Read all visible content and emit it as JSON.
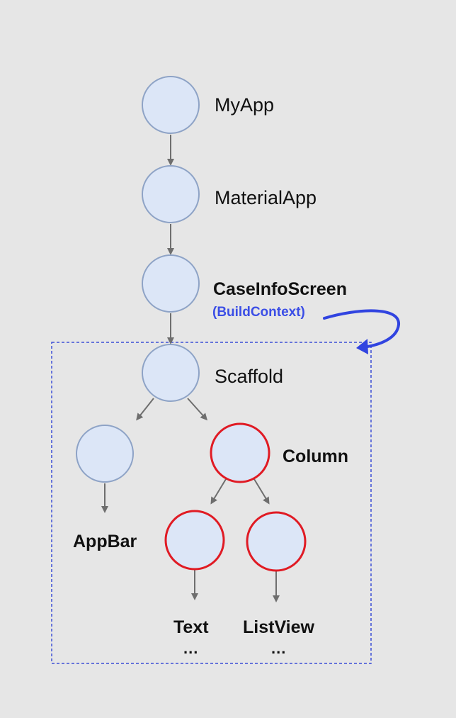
{
  "colors": {
    "background": "#e6e6e6",
    "node_fill": "#dce6f7",
    "node_border_default": "#8ea3c6",
    "node_border_highlight": "#e01b24",
    "edge": "#6e6e6e",
    "context_text": "#3b4ee6",
    "context_arrow": "#3144e0",
    "dashed_box": "#3b4fd6"
  },
  "nodes": [
    {
      "id": "myapp",
      "label": "MyApp",
      "highlighted": false
    },
    {
      "id": "materialapp",
      "label": "MaterialApp",
      "highlighted": false
    },
    {
      "id": "caseinfoscreen",
      "label": "CaseInfoScreen",
      "sublabel": "(BuildContext)",
      "highlighted": false
    },
    {
      "id": "scaffold",
      "label": "Scaffold",
      "highlighted": false
    },
    {
      "id": "appbar-node",
      "label": "AppBar",
      "highlighted": false
    },
    {
      "id": "column",
      "label": "Column",
      "highlighted": true
    },
    {
      "id": "text-node",
      "label": "Text",
      "more": "...",
      "highlighted": true
    },
    {
      "id": "listview-node",
      "label": "ListView",
      "more": "...",
      "highlighted": true
    }
  ],
  "edges": [
    [
      "myapp",
      "materialapp"
    ],
    [
      "materialapp",
      "caseinfoscreen"
    ],
    [
      "caseinfoscreen",
      "scaffold"
    ],
    [
      "scaffold",
      "appbar-node"
    ],
    [
      "scaffold",
      "column"
    ],
    [
      "column",
      "text-node"
    ],
    [
      "column",
      "listview-node"
    ]
  ]
}
